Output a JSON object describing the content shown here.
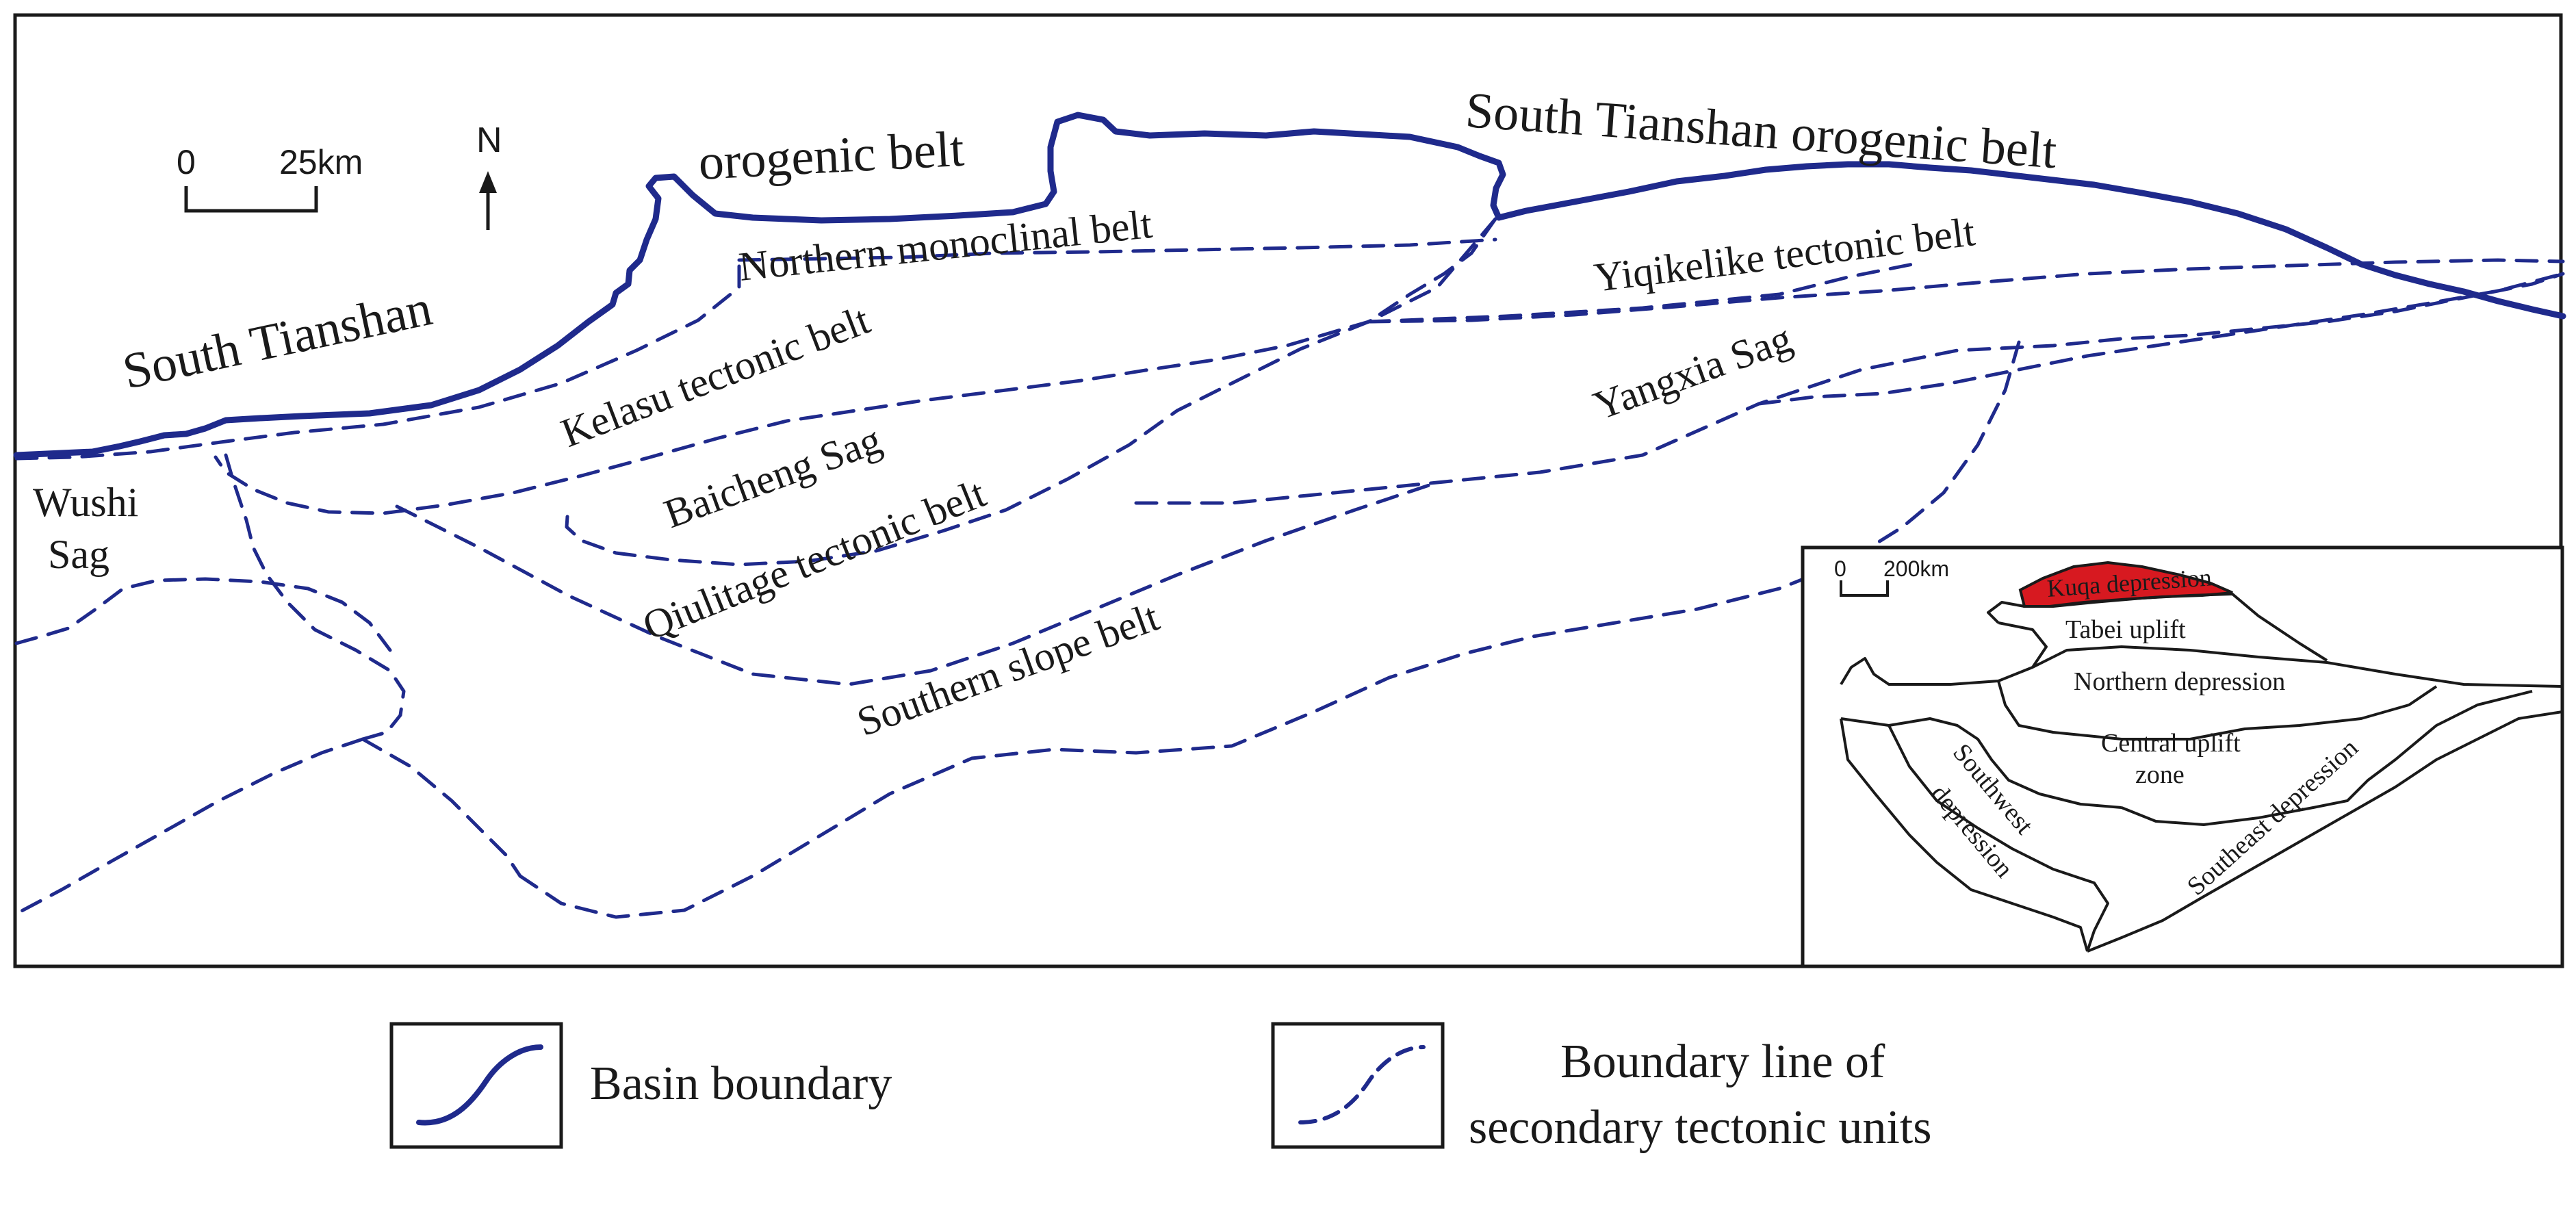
{
  "map": {
    "labels": {
      "south_tianshan_left": "South Tianshan",
      "orogenic_belt_left": "orogenic belt",
      "south_tianshan_right": "South Tianshan orogenic belt",
      "northern_monoclinal": "Northern monoclinal belt",
      "yiqikelike": "Yiqikelike tectonic belt",
      "kelasu": "Kelasu tectonic belt",
      "baicheng": "Baicheng Sag",
      "yangxia": "Yangxia Sag",
      "wushi_1": "Wushi",
      "wushi_2": "Sag",
      "qiulitage": "Qiulitage tectonic belt",
      "southern_slope": "Southern slope belt"
    },
    "scale_bar": {
      "zero": "0",
      "distance": "25km"
    },
    "north_arrow": {
      "label": "N"
    }
  },
  "inset": {
    "scale_bar": {
      "zero": "0",
      "distance": "200km"
    },
    "labels": {
      "kuqa": "Kuqa depression",
      "tabei": "Tabei uplift",
      "northern_depression": "Northern depression",
      "central_uplift_1": "Central uplift",
      "central_uplift_2": "zone",
      "southwest_1": "Southwest",
      "southwest_2": "depression",
      "southeast": "Southeast depression"
    },
    "highlight_color": "#d71920"
  },
  "legend": {
    "basin_boundary": "Basin boundary",
    "secondary_line_1": "Boundary line of",
    "secondary_line_2": "secondary tectonic units"
  },
  "colors": {
    "boundary": "#1f2a8c",
    "text": "#1a1a1a"
  }
}
